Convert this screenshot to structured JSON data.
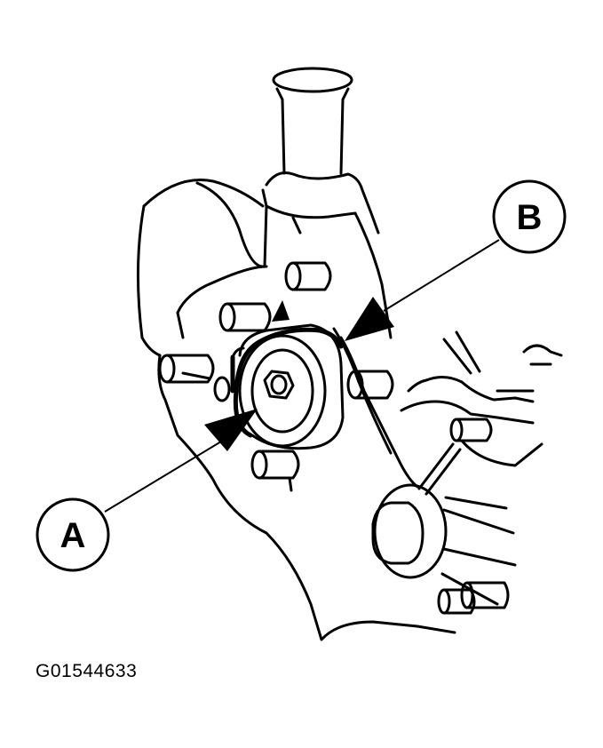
{
  "callouts": {
    "a": "A",
    "b": "B"
  },
  "figure_id": "G01544633",
  "colors": {
    "ink": "#000000",
    "background": "#ffffff"
  }
}
